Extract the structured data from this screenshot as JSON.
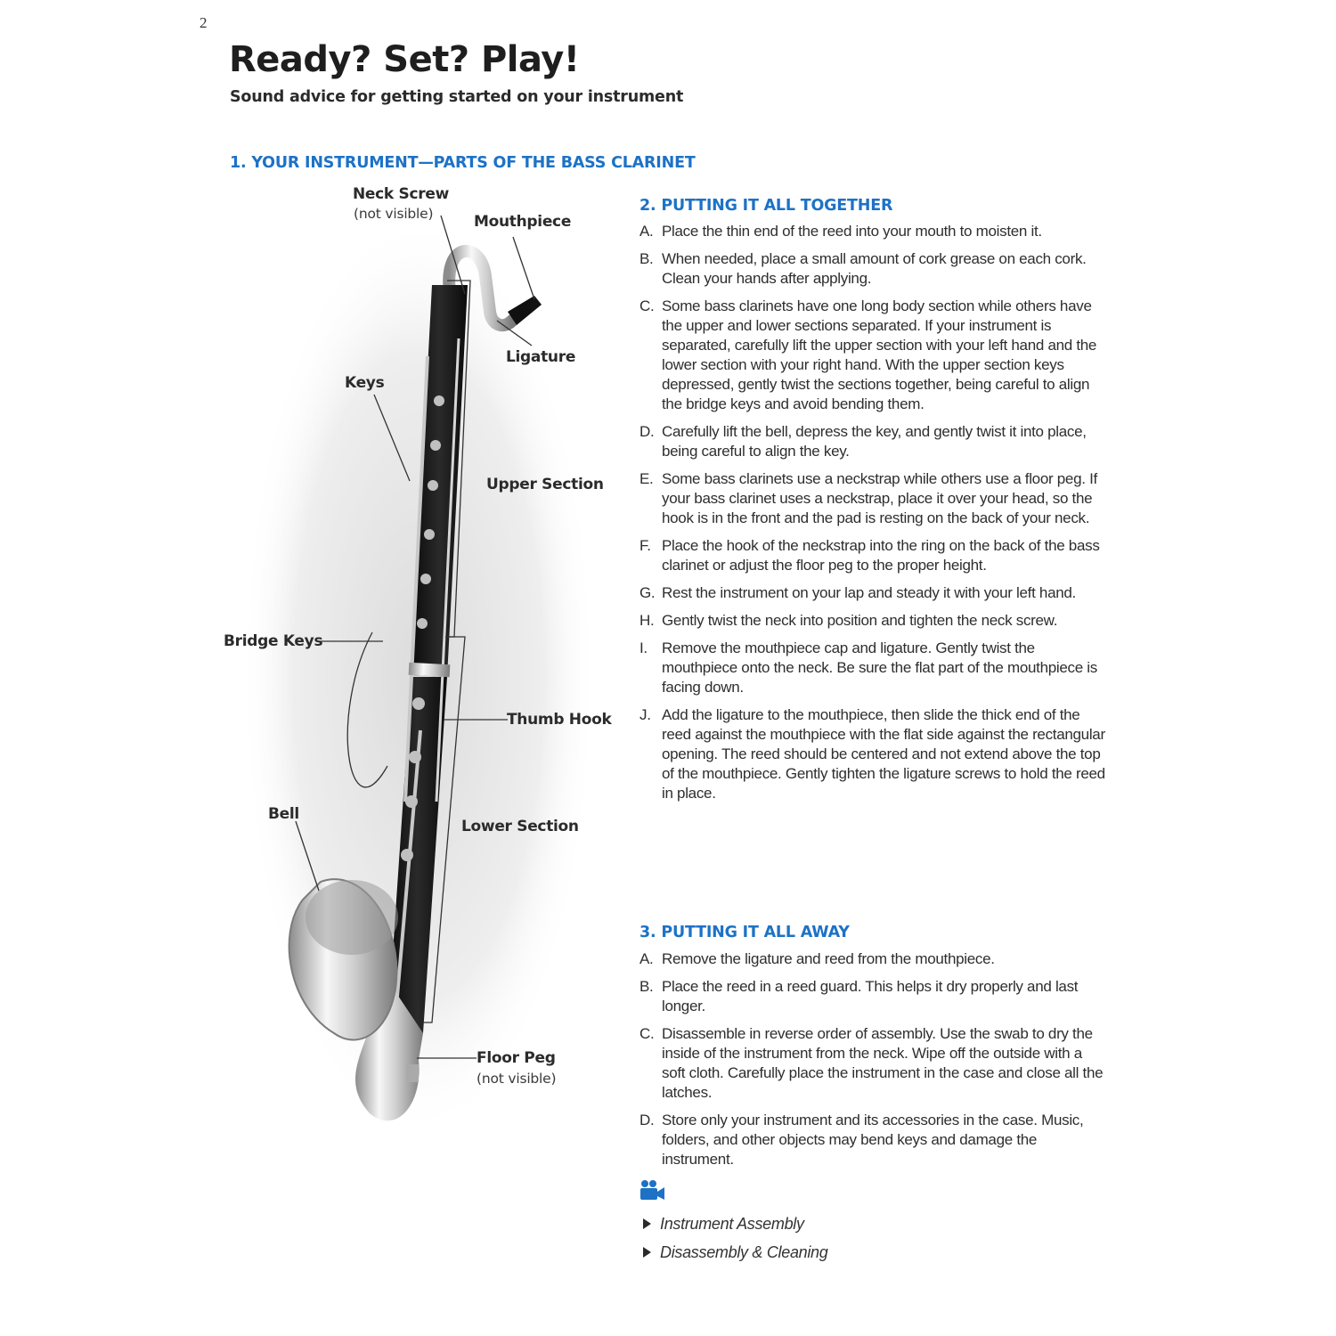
{
  "page_number": "2",
  "title": "Ready? Set? Play!",
  "subtitle": "Sound advice for getting started on your instrument",
  "section1": {
    "heading": "1. YOUR INSTRUMENT—PARTS OF THE BASS CLARINET",
    "labels": {
      "neck_screw": "Neck Screw",
      "neck_screw_note": "(not visible)",
      "mouthpiece": "Mouthpiece",
      "ligature": "Ligature",
      "keys": "Keys",
      "upper_section": "Upper Section",
      "bridge_keys": "Bridge Keys",
      "thumb_hook": "Thumb Hook",
      "bell": "Bell",
      "lower_section": "Lower Section",
      "floor_peg": "Floor Peg",
      "floor_peg_note": "(not visible)"
    }
  },
  "section2": {
    "heading": "2. PUTTING IT ALL TOGETHER",
    "steps": [
      {
        "letter": "A.",
        "text": "Place the thin end of the reed into your mouth to moisten it."
      },
      {
        "letter": "B.",
        "text": "When needed, place a small amount of cork grease on each cork. Clean your hands after applying."
      },
      {
        "letter": "C.",
        "text": "Some bass clarinets have one long body section while others have the upper and lower sections separated. If your instrument is separated, carefully lift the upper section with your left hand and the lower section with your right hand. With the upper section keys depressed, gently twist the sections together, being careful to align the bridge keys and avoid bending them."
      },
      {
        "letter": "D.",
        "text": "Carefully lift the bell, depress the key, and gently twist it into place, being careful to align the key."
      },
      {
        "letter": "E.",
        "text": "Some bass clarinets use a neckstrap while others use a floor peg. If your bass clarinet uses a neckstrap, place it over your head, so the hook is in the front and the pad is resting on the back of your neck."
      },
      {
        "letter": "F.",
        "text": "Place the hook of the neckstrap into the ring on the back of the bass clarinet or adjust the floor peg to the proper height."
      },
      {
        "letter": "G.",
        "text": "Rest the instrument on your lap and steady it with your left hand."
      },
      {
        "letter": "H.",
        "text": "Gently twist the neck into position and tighten the neck screw."
      },
      {
        "letter": "I.",
        "text": "Remove the mouthpiece cap and ligature. Gently twist the mouthpiece onto the neck. Be sure the flat part of the mouthpiece is facing down."
      },
      {
        "letter": "J.",
        "text": "Add the ligature to the mouthpiece, then slide the thick end of the reed against the mouthpiece with the flat side against the rectangular opening. The reed should be centered and not extend above the top of the mouthpiece. Gently tighten the ligature screws to hold the reed in place."
      }
    ]
  },
  "section3": {
    "heading": "3. PUTTING IT ALL AWAY",
    "steps": [
      {
        "letter": "A.",
        "text": "Remove the ligature and reed from the mouthpiece."
      },
      {
        "letter": "B.",
        "text": "Place the reed in a reed guard. This helps it dry properly and last longer."
      },
      {
        "letter": "C.",
        "text": "Disassemble in reverse order of assembly. Use the swab to dry the inside of the instrument from the neck. Wipe off the outside with a soft cloth. Carefully place the instrument in the case and close all the latches."
      },
      {
        "letter": "D.",
        "text": "Store only your instrument and its accessories in the case. Music, folders, and other objects may bend keys and damage the instrument."
      }
    ]
  },
  "video": {
    "icon": "video-camera-icon",
    "links": [
      "Instrument Assembly",
      "Disassembly & Cleaning"
    ]
  },
  "colors": {
    "heading_blue": "#1d72c6",
    "text": "#2e2e2e"
  }
}
